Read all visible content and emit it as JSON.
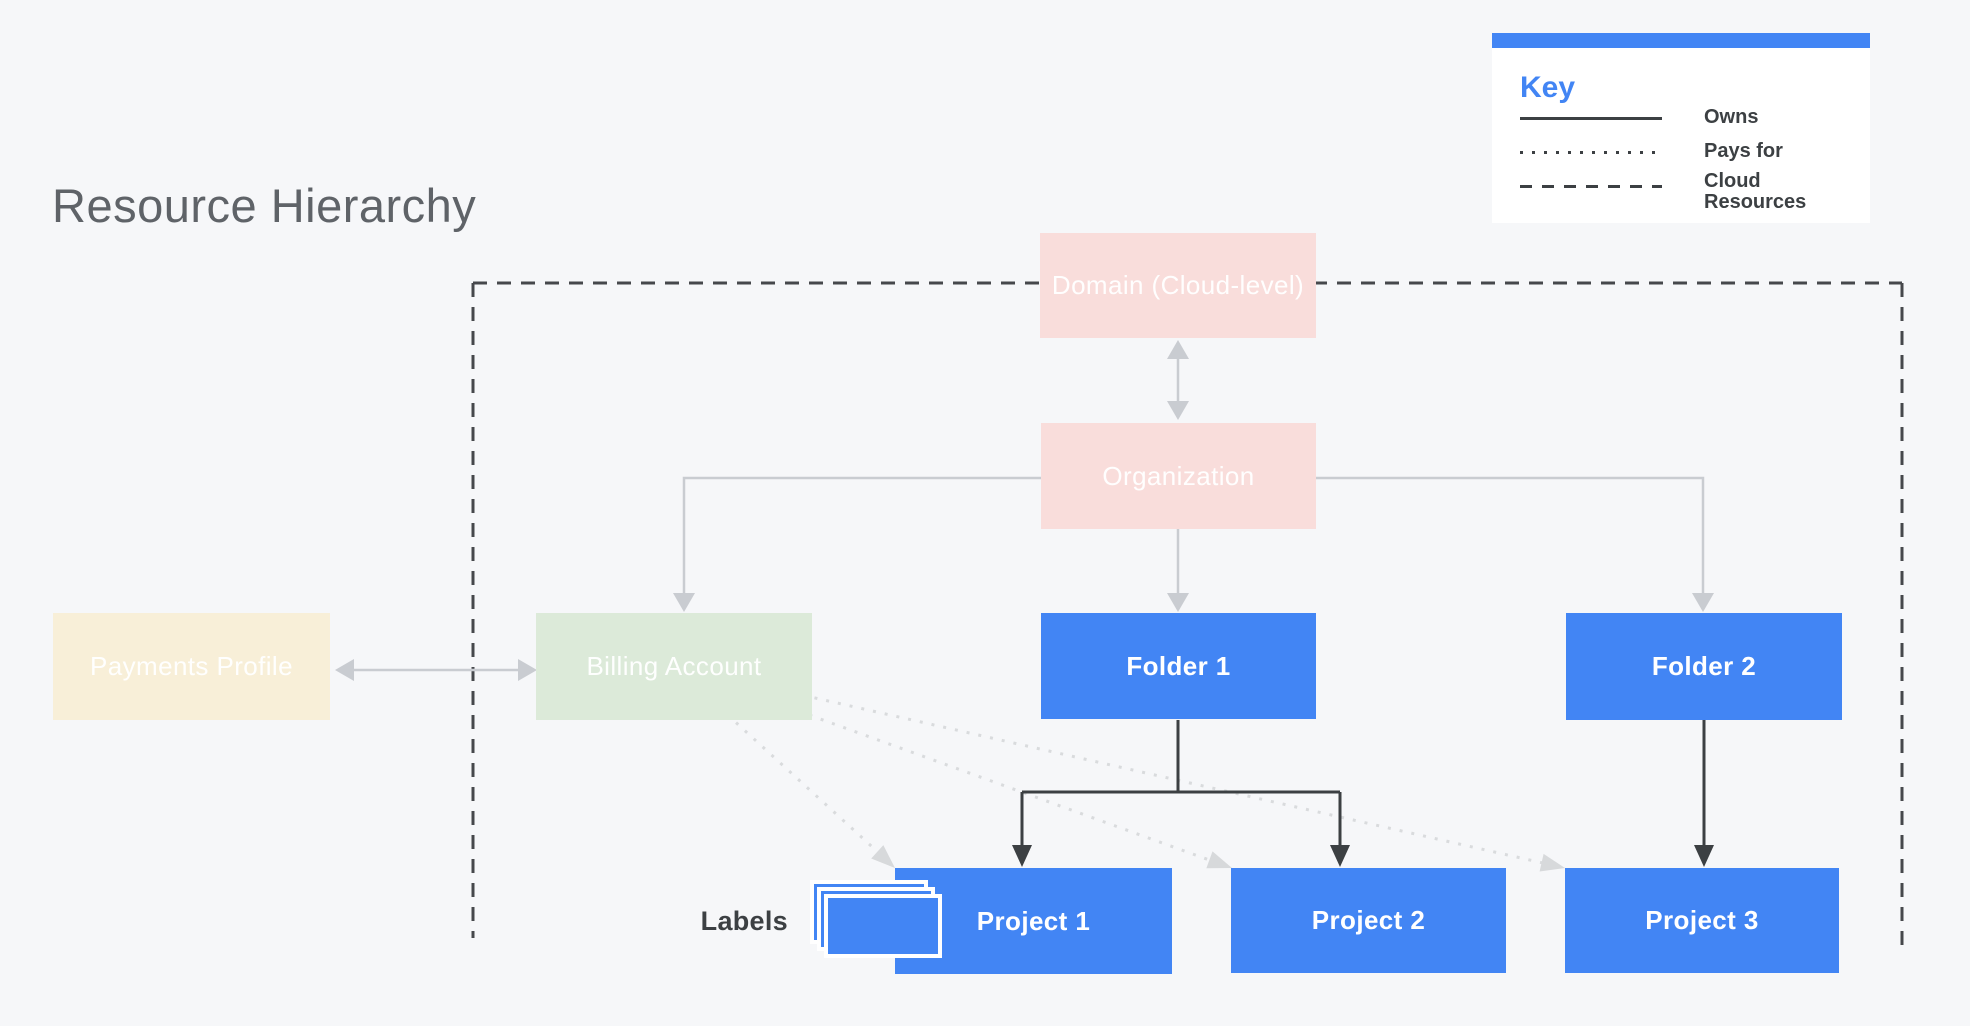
{
  "title": "Resource Hierarchy",
  "key": {
    "title": "Key",
    "items": [
      {
        "style": "solid",
        "label": "Owns"
      },
      {
        "style": "dotted",
        "label": "Pays for"
      },
      {
        "style": "dashed",
        "label": "Cloud Resources"
      }
    ]
  },
  "nodes": {
    "domain": {
      "label": "Domain (Cloud-level)"
    },
    "organization": {
      "label": "Organization"
    },
    "payments": {
      "label": "Payments Profile"
    },
    "billing": {
      "label": "Billing Account"
    },
    "folder1": {
      "label": "Folder 1"
    },
    "folder2": {
      "label": "Folder 2"
    },
    "project1": {
      "label": "Project 1"
    },
    "project2": {
      "label": "Project 2"
    },
    "project3": {
      "label": "Project 3"
    }
  },
  "labels_caption": "Labels",
  "colors": {
    "background": "#f6f7f9",
    "brand_blue": "#4285f4",
    "pink_node": "#f9dddb",
    "cream_node": "#f8efd8",
    "green_node": "#dcead9",
    "dark_line": "#3c4043",
    "gray_connector": "#c9ccd1",
    "dotted_line": "#d9dbdd",
    "dashed_border": "#46484c",
    "title_text": "#5f6368"
  }
}
